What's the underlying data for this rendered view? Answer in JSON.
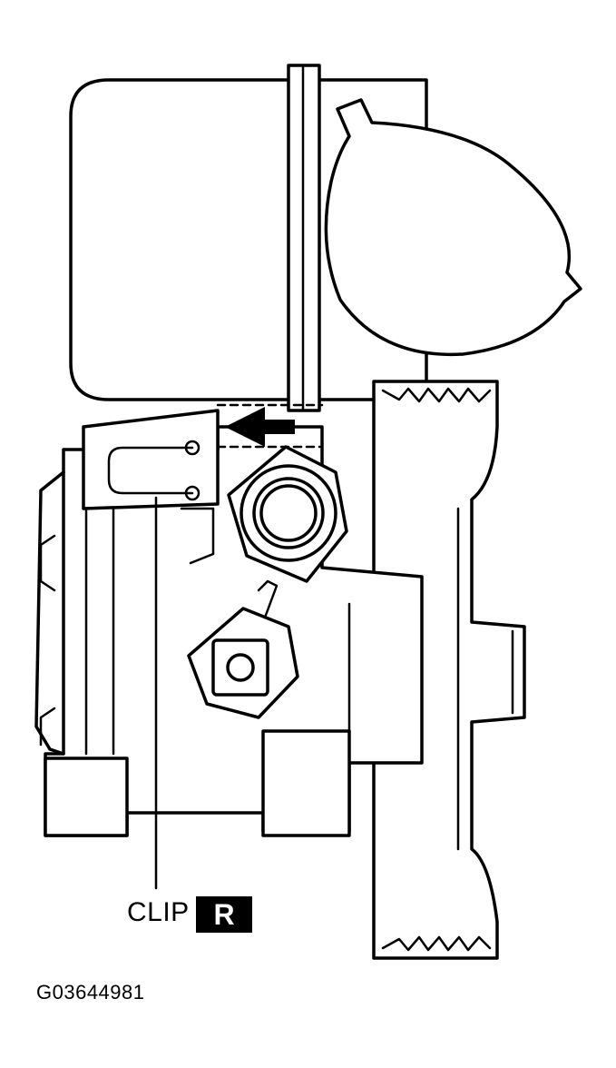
{
  "diagram": {
    "callout_label": "CLIP",
    "callout_badge": "R",
    "figure_id": "G03644981"
  },
  "colors": {
    "line": "#000000",
    "background": "#ffffff",
    "badge_background": "#000000",
    "badge_text": "#ffffff"
  },
  "icons": {
    "direction_arrow": "left-arrow-icon"
  }
}
